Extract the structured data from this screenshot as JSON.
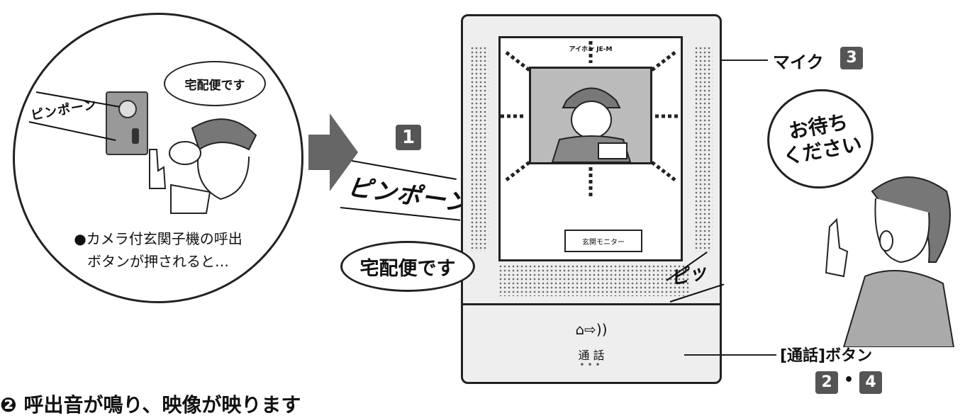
{
  "left_scene": {
    "sound_effect": "ピンポーン",
    "speech_bubble": "宅配便です",
    "caption_line1": "●カメラ付玄関子機の呼出",
    "caption_line2": "ボタンが押されると…"
  },
  "monitor": {
    "brand": "アイホン JE-M",
    "screen_label": "玄関モニター",
    "talk_icon": "⌂⇨))",
    "talk_label": "通 話",
    "talk_dots": "•••"
  },
  "sound_effects": {
    "pinpon": "ピンポーン",
    "visitor_speech": "宅配便です",
    "beep": "ピッ"
  },
  "steps": {
    "step1": "1"
  },
  "callouts": {
    "mic_label": "マイク",
    "mic_step": "3",
    "talk_button_label": "[通話]ボタン",
    "talk_step_a": "2",
    "talk_step_separator": "•",
    "talk_step_b": "4"
  },
  "resident": {
    "speech_line1": "お待ち",
    "speech_line2": "ください"
  },
  "bottom_caption": "❷ 呼出音が鳴り、映像が映ります"
}
